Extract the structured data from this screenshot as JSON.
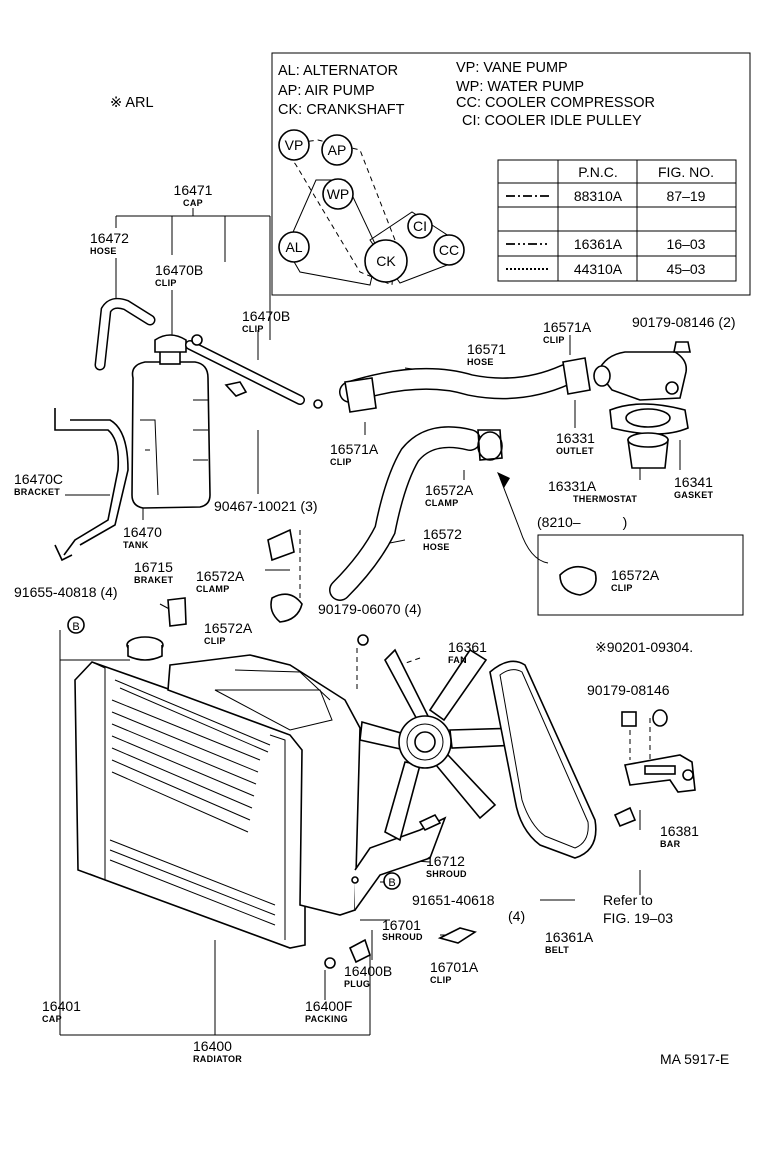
{
  "marker": "※ ARL",
  "legend": [
    {
      "code": "AL",
      "text": "AL: ALTERNATOR"
    },
    {
      "code": "AP",
      "text": "AP: AIR PUMP"
    },
    {
      "code": "CK",
      "text": "CK: CRANKSHAFT"
    },
    {
      "code": "VP",
      "text": "VP: VANE PUMP"
    },
    {
      "code": "WP",
      "text": "WP: WATER PUMP"
    },
    {
      "code": "CC",
      "text": "CC: COOLER COMPRESSOR"
    },
    {
      "code": "CI",
      "text": "CI: COOLER IDLE PULLEY"
    }
  ],
  "pulleys": [
    "VP",
    "AP",
    "WP",
    "AL",
    "CK",
    "CI",
    "CC"
  ],
  "table": {
    "headers": [
      "P.N.C.",
      "FIG. NO."
    ],
    "rows": [
      {
        "pnc": "88310A",
        "fig": "87–19"
      },
      {
        "pnc": "",
        "fig": ""
      },
      {
        "pnc": "16361A",
        "fig": "16–03"
      },
      {
        "pnc": "44310A",
        "fig": "45–03"
      }
    ]
  },
  "parts": {
    "p16471": {
      "num": "16471",
      "name": "CAP"
    },
    "p16472": {
      "num": "16472",
      "name": "HOSE"
    },
    "p16470B_a": {
      "num": "16470B",
      "name": "CLIP"
    },
    "p16470B_b": {
      "num": "16470B",
      "name": "CLIP"
    },
    "p16571": {
      "num": "16571",
      "name": "HOSE"
    },
    "p16571A_a": {
      "num": "16571A",
      "name": "CLIP"
    },
    "p16571A_b": {
      "num": "16571A",
      "name": "CLIP"
    },
    "p90179_08146_2": {
      "num": "90179-08146 (2)"
    },
    "p16331": {
      "num": "16331",
      "name": "OUTLET"
    },
    "p16341": {
      "num": "16341",
      "name": "GASKET"
    },
    "p16331A": {
      "num": "16331A",
      "name": "THERMOSTAT"
    },
    "p16470C": {
      "num": "16470C",
      "name": "BRACKET"
    },
    "p90467": {
      "num": "90467-10021 (3)"
    },
    "p16572A_clamp": {
      "num": "16572A",
      "name": "CLAMP"
    },
    "p16470": {
      "num": "16470",
      "name": "TANK"
    },
    "p16572": {
      "num": "16572",
      "name": "HOSE"
    },
    "p8210": {
      "num": "(8210–　　　)"
    },
    "p16572A_boxclip": {
      "num": "16572A",
      "name": "CLIP"
    },
    "p16715": {
      "num": "16715",
      "name": "BRAKET"
    },
    "p16572A_clamp2": {
      "num": "16572A",
      "name": "CLAMP"
    },
    "p91655": {
      "num": "91655-40818 (4)"
    },
    "p16572A_clip2": {
      "num": "16572A",
      "name": "CLIP"
    },
    "p90179_06070": {
      "num": "90179-06070 (4)"
    },
    "p16361": {
      "num": "16361",
      "name": "FAN"
    },
    "p90201": {
      "num": "※90201-09304."
    },
    "p90179_08146": {
      "num": "90179-08146"
    },
    "p16381": {
      "num": "16381",
      "name": "BAR"
    },
    "p16712": {
      "num": "16712",
      "name": "SHROUD"
    },
    "p91651": {
      "num": "91651-40618",
      "qty": "(4)"
    },
    "p16701": {
      "num": "16701",
      "name": "SHROUD"
    },
    "p16400B": {
      "num": "16400B",
      "name": "PLUG"
    },
    "p16701A": {
      "num": "16701A",
      "name": "CLIP"
    },
    "p16361A": {
      "num": "16361A",
      "name": "BELT"
    },
    "p16401": {
      "num": "16401",
      "name": "CAP"
    },
    "p16400F": {
      "num": "16400F",
      "name": "PACKING"
    },
    "p16400": {
      "num": "16400",
      "name": "RADIATOR"
    }
  },
  "refer": {
    "line1": "Refer to",
    "line2": "FIG. 19–03"
  },
  "circle_b": "B",
  "code": "MA 5917-E"
}
